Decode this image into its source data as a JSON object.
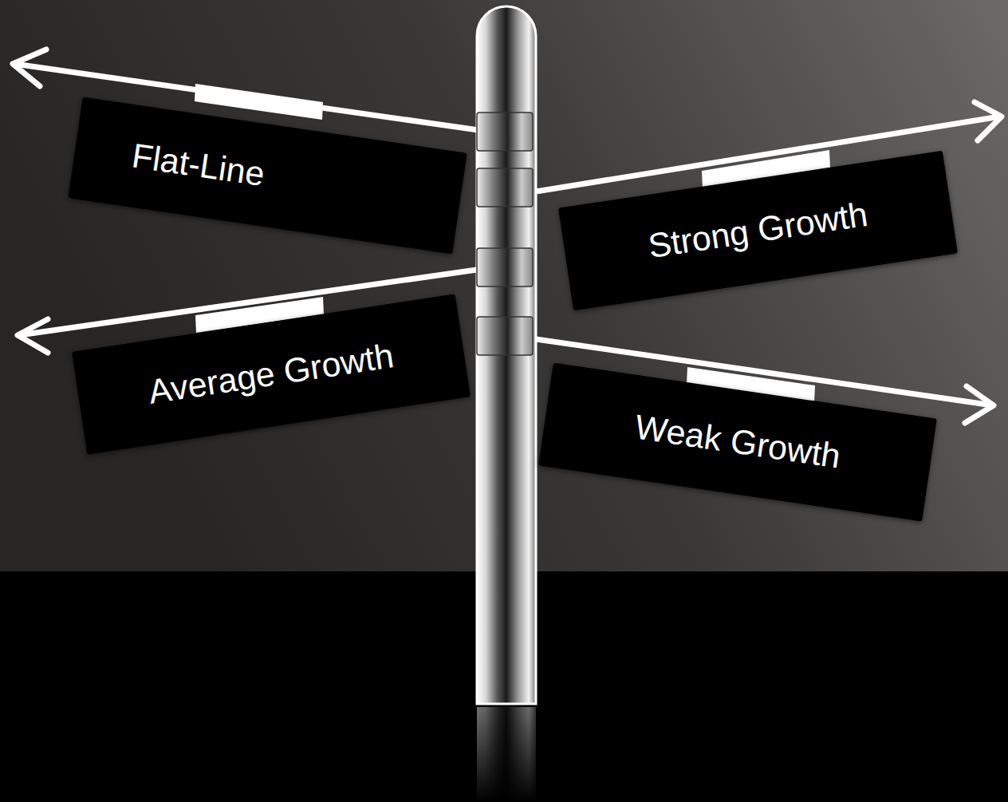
{
  "diagram": {
    "nodes": [
      {
        "text": [
          "Flat-Line"
        ]
      },
      {
        "text": [
          "Strong Growth"
        ]
      },
      {
        "text": [
          "Average Growth"
        ]
      },
      {
        "text": [
          "Weak Growth"
        ]
      }
    ]
  }
}
